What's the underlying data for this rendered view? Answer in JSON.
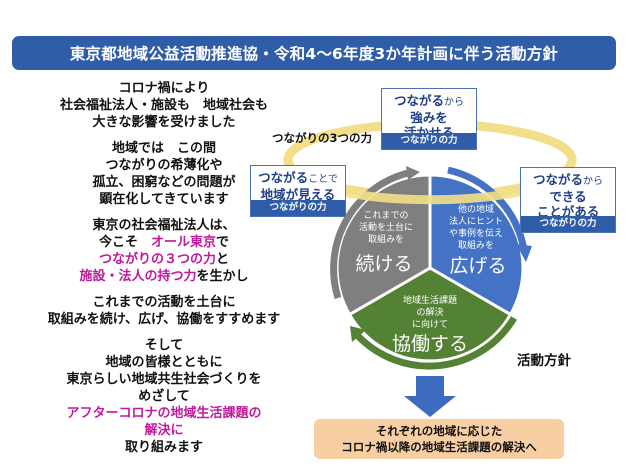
{
  "title": "東京都地域公益活動推進協・令和4～6年度3か年計画に伴う活動方針",
  "left_text": [
    [
      "コロナ禍により",
      "社会福祉法人・施設も　地域社会も",
      "大きな影響を受けました"
    ],
    [
      "地域では　この間",
      "つながりの希薄化や",
      "孤立、困窮などの問題が",
      "顕在化してきています"
    ],
    [
      "東京の社会福祉法人は、",
      "今こそ　オール東京で",
      "つながりの３つの力と",
      "施設・法人の持つ力を生かし"
    ],
    [
      "これまでの活動を土台に",
      "取組みを続け、広げ、協働をすすめます"
    ],
    [
      "そして",
      "地域の皆様とともに",
      "東京らしい地域共生社会づくりを",
      "めざして",
      "アフターコロナの地域生活課題の",
      "解決に",
      "取り組みます"
    ]
  ],
  "left_text_accents": {
    "all_tokyo": "オール東京",
    "mitsu_no_chikara": "つながりの３つの力",
    "houjin_no_chikara": "施設・法人の持つ力",
    "after_corona": "アフターコロナの地域生活課題の",
    "kaiketsu": "解決に"
  },
  "ring_caption": "つながりの3つの力",
  "cards": {
    "top": {
      "head_accent": "つながる",
      "head_small": "から",
      "head_rest": [
        "強みを",
        "活かせる"
      ],
      "foot": "つながりの力"
    },
    "left": {
      "head_accent": "つながる",
      "head_small": "ことで",
      "head_rest": [
        "地域が見える"
      ],
      "foot": "つながりの力"
    },
    "right": {
      "head_accent": "つながる",
      "head_small": "から",
      "head_rest": [
        "できる",
        "ことがある"
      ],
      "foot": "つながりの力"
    }
  },
  "segments": {
    "left": {
      "sub": [
        "これまでの",
        "活動を土台に",
        "取組みを"
      ],
      "main": "続ける"
    },
    "right": {
      "sub": [
        "他の地域",
        "法人にヒント",
        "や事例を伝え",
        "取組みを"
      ],
      "main": "広げる"
    },
    "bottom": {
      "sub": [
        "地域生活課題",
        "の解決",
        "に向けて"
      ],
      "main": "協働する"
    }
  },
  "policy_caption": "活動方針",
  "bottom_box": [
    "それぞれの地域に応じた",
    "コロナ禍以降の地域生活課題の解決へ"
  ],
  "colors": {
    "title_bg": "#2f5da8",
    "accent_magenta": "#c2189b",
    "segment_gray": "#7f7f7f",
    "segment_blue": "#4472c4",
    "segment_green": "#548235",
    "ring_yellow": "#f3df8a",
    "arrow_blue": "#3d6bc0",
    "box_orange": "#f8cfa3"
  }
}
